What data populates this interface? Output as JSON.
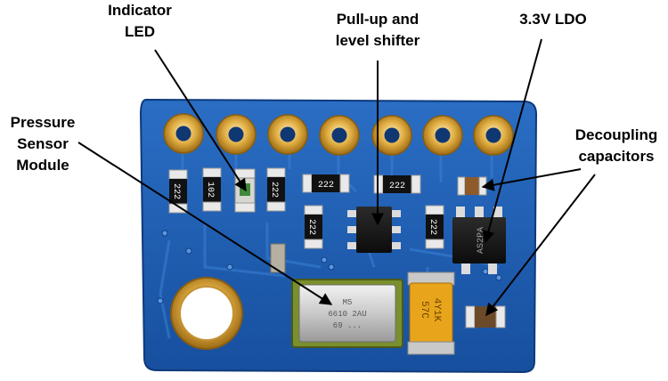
{
  "labels": {
    "indicator_led": [
      "Indicator",
      "LED"
    ],
    "pullup_level_shifter": [
      "Pull-up and",
      "level shifter"
    ],
    "ldo": [
      "3.3V LDO"
    ],
    "pressure_sensor": [
      "Pressure",
      "Sensor",
      "Module"
    ],
    "decoupling": [
      "Decoupling",
      "capacitors"
    ]
  },
  "board_markings": {
    "resistors": [
      "222",
      "102",
      "222",
      "222",
      "222",
      "222",
      "222"
    ],
    "ldo_marking": "AS2PA",
    "cap_marking": [
      "4Y1K",
      "57C"
    ],
    "sensor_marking": [
      "M5",
      "6610 2AU",
      "69 ..."
    ]
  },
  "colors": {
    "board": "#1d5fb4",
    "board_dark": "#12408a",
    "gold": "#d8a53a",
    "tantalum": "#e8a51c",
    "label_text": "#000000"
  }
}
